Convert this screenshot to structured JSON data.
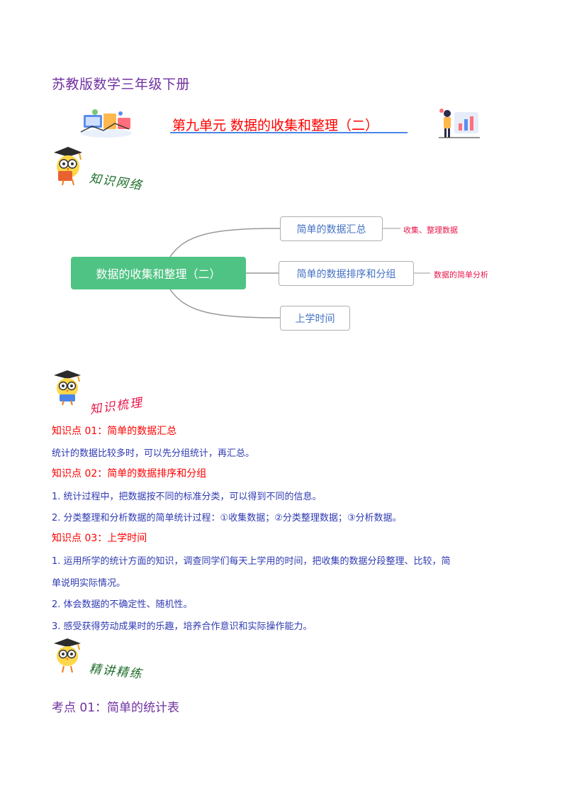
{
  "header": {
    "book_title": "苏教版数学三年级下册",
    "unit_title": "第九单元  数据的收集和整理（二）"
  },
  "banners": {
    "knowledge_network": "知识网络",
    "knowledge_review": "知识梳理",
    "detailed_explanation": "精讲精练"
  },
  "mindmap": {
    "root": "数据的收集和整理（二）",
    "nodes": [
      {
        "label": "简单的数据汇总",
        "note": "收集、整理数据"
      },
      {
        "label": "简单的数据排序和分组",
        "note": "数据的简单分析"
      },
      {
        "label": "上学时间",
        "note": ""
      }
    ]
  },
  "knowledge_points": [
    {
      "heading": "知识点 01：简单的数据汇总",
      "lines": [
        "统计的数据比较多时，可以先分组统计，再汇总。"
      ]
    },
    {
      "heading": "知识点 02：简单的数据排序和分组",
      "lines": [
        "1.  统计过程中，把数据按不同的标准分类，可以得到不同的信息。",
        "2.  分类整理和分析数据的简单统计过程：①收集数据；②分类整理数据；③分析数据。"
      ]
    },
    {
      "heading": "知识点 03：上学时间",
      "lines": [
        "1.  运用所学的统计方面的知识，调查同学们每天上学用的时间，把收集的数据分段整理、比较，简",
        "单说明实际情况。",
        "2.  体会数据的不确定性、随机性。",
        "3.  感受获得劳动成果时的乐趣，培养合作意识和实际操作能力。"
      ]
    }
  ],
  "exam_point": {
    "label": "考点 01：简单的统计表"
  },
  "colors": {
    "purple_title": "#7030a0",
    "red_heading": "#ff0000",
    "body_blue": "#2f3ab2",
    "mindmap_green": "#4fc383",
    "node_text": "#4472c4",
    "note_pink": "#e8194b",
    "banner_green": "#1f6e2b",
    "banner_pink": "#e8194b"
  }
}
